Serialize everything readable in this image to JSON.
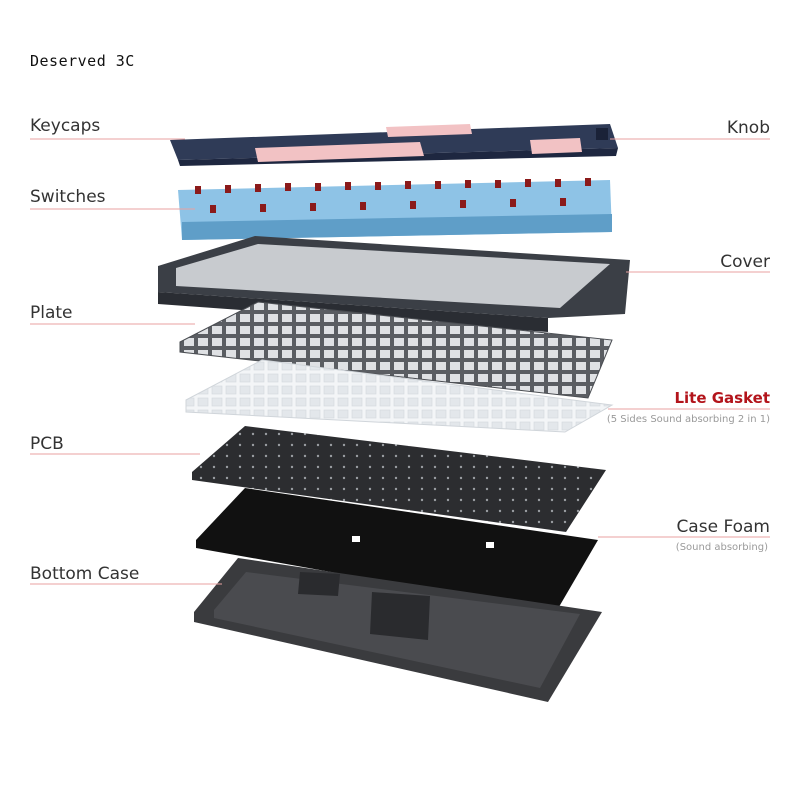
{
  "brand": "Deserved 3C",
  "labels": {
    "keycaps": "Keycaps",
    "switches": "Switches",
    "plate": "Plate",
    "pcb": "PCB",
    "bottom_case": "Bottom Case",
    "knob": "Knob",
    "cover": "Cover",
    "lite_gasket": "Lite Gasket",
    "lite_gasket_note": "(5 Sides Sound absorbing 2 in 1)",
    "case_foam": "Case Foam",
    "case_foam_note": "(Sound absorbing)"
  },
  "colors": {
    "leader_line": "#e8a0a0",
    "accent": "#b3141b",
    "keycap_navy": "#2f3b57",
    "keycap_pink": "#f2c2c4",
    "switch_stem": "#8b1a1a",
    "switch_housing": "#8ec3e6",
    "cover": "#3b3f46",
    "plate": "#5a5d62",
    "gasket": "#f1f3f5",
    "pcb": "#2c2d30",
    "foam": "#111111",
    "bottom_case": "#3a3b3e"
  }
}
